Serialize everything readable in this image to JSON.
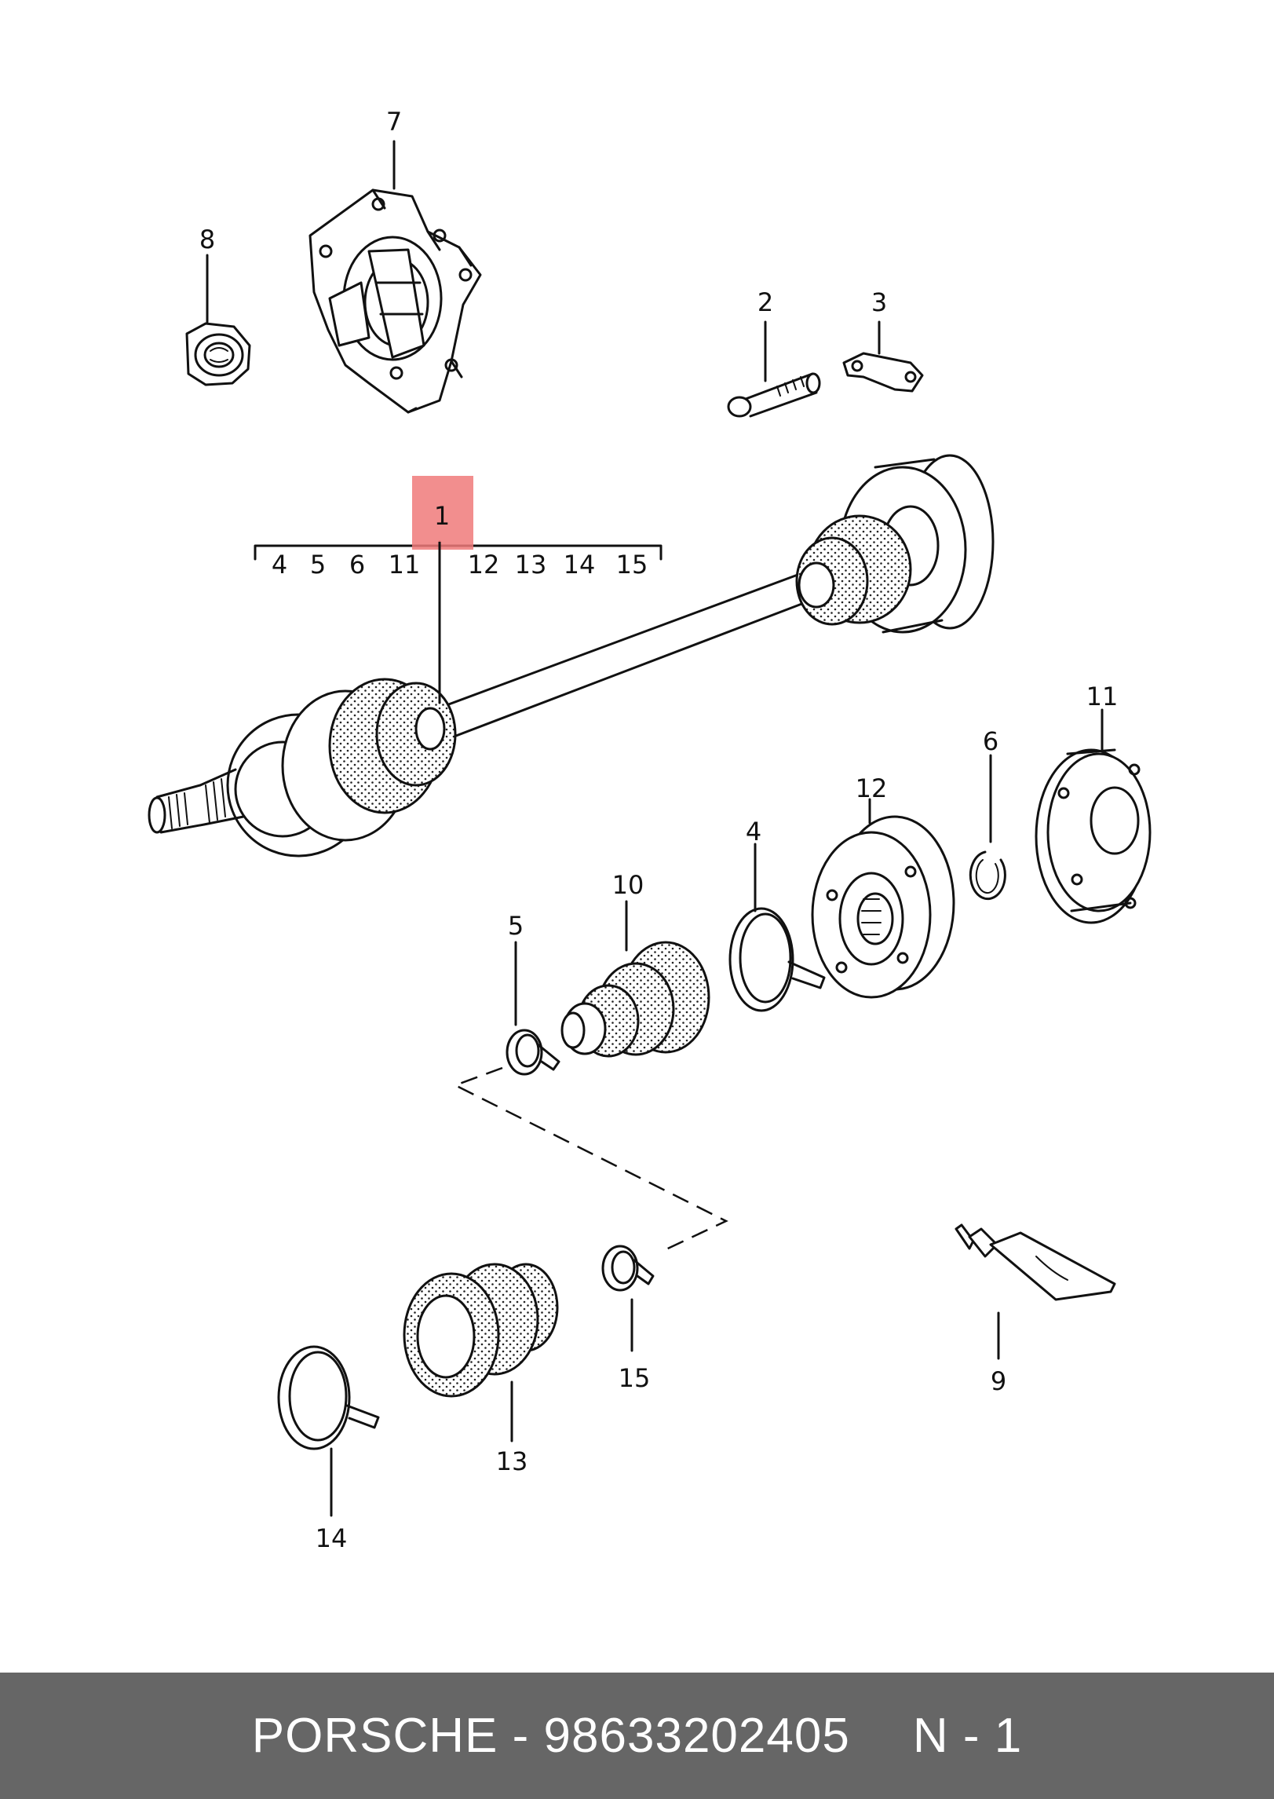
{
  "diagram": {
    "callouts": {
      "c1": "1",
      "c2": "2",
      "c3": "3",
      "c4": "4",
      "c5": "5",
      "c6": "6",
      "c7": "7",
      "c8": "8",
      "c9": "9",
      "c10": "10",
      "c11": "11",
      "c12": "12",
      "c13": "13",
      "c14": "14",
      "c15": "15"
    },
    "bracket_items": [
      "4",
      "5",
      "6",
      "11",
      "12",
      "13",
      "14",
      "15"
    ],
    "highlight_color": "#f07a7a"
  },
  "footer": {
    "brand": "PORSCHE",
    "separator": "-",
    "part_number": "98633202405",
    "position": "N - 1"
  }
}
